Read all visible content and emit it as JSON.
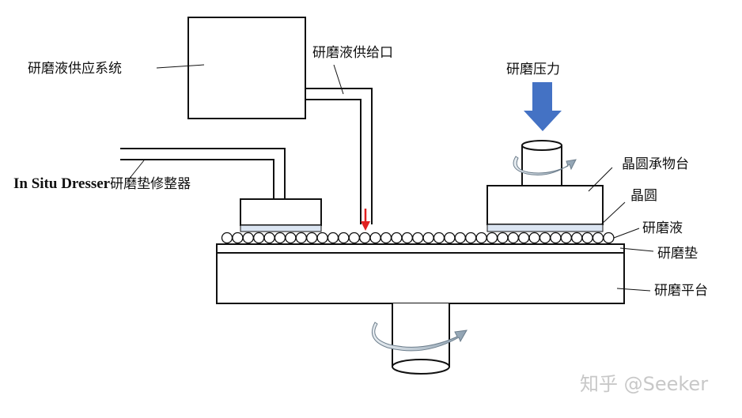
{
  "diagram": {
    "labels": {
      "slurry_supply_system": "研磨液供应系统",
      "slurry_supply_port": "研磨液供给口",
      "polishing_pressure": "研磨压力",
      "in_situ_dresser_en": "In Situ Dresser",
      "in_situ_dresser_zh": "研磨垫修整器",
      "wafer_carrier": "晶圆承物台",
      "wafer": "晶圆",
      "slurry": "研磨液",
      "polishing_pad": "研磨垫",
      "polishing_platen": "研磨平台"
    },
    "watermark": "知乎 @Seeker",
    "colors": {
      "pressure_arrow": "#4472C4",
      "slurry_drop_arrow": "#E02020",
      "rotation_arrow": "#9fb0be",
      "pad_layer": "#dbe5f2",
      "outline": "#111111"
    }
  }
}
